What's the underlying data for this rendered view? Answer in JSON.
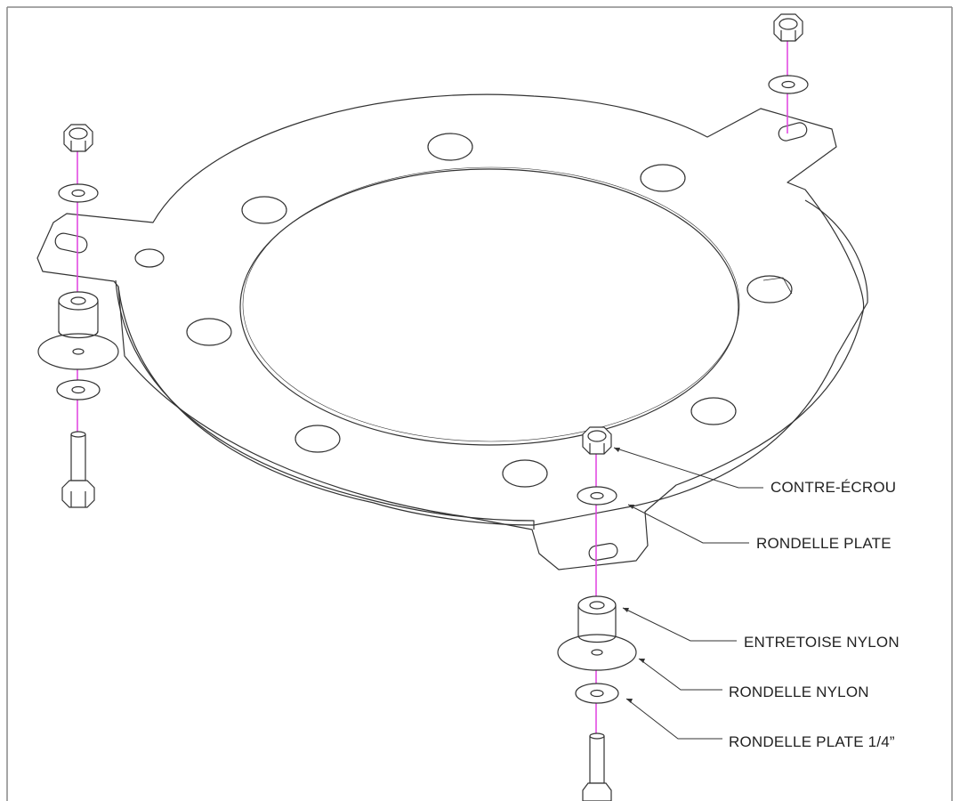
{
  "labels": {
    "contre_ecrou": "CONTRE-ÉCROU",
    "rondelle_plate": "RONDELLE PLATE",
    "entretoise_nylon": "ENTRETOISE NYLON",
    "rondelle_nylon": "RONDELLE NYLON",
    "rondelle_plate_quart": "RONDELLE PLATE 1/4”"
  },
  "colors": {
    "line": "#333333",
    "axis": "#e040e0",
    "frame": "#888888",
    "background": "#ffffff"
  }
}
